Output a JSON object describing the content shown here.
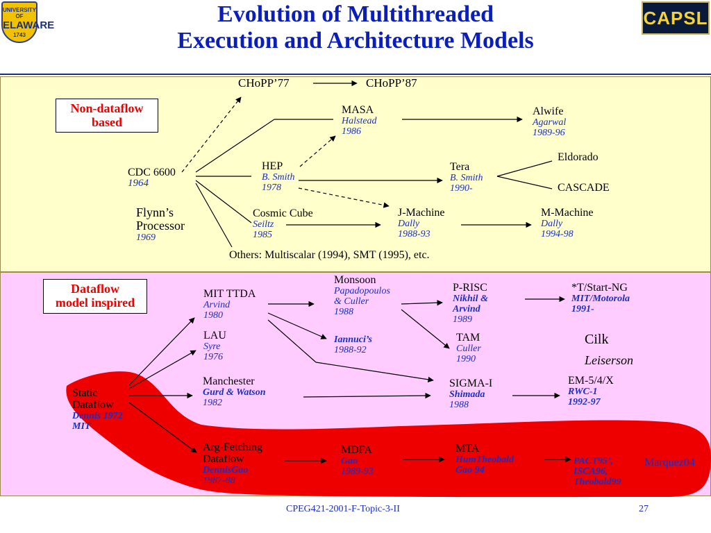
{
  "slide": {
    "title_line1": "Evolution of Multithreaded",
    "title_line2": "Execution and Architecture Models",
    "logo_left_text": [
      "UNIVERSITY OF",
      "ELAWARE",
      "1743"
    ],
    "logo_right_text": "CAPSL",
    "footer_course": "CPEG421-2001-F-Topic-3-II",
    "page_number": "27"
  },
  "colors": {
    "title": "#0b1fb8",
    "top_panel": "#ffffcc",
    "bottom_panel": "#ffccff",
    "category_label": "#ee0000",
    "highlight": "#ee0000",
    "author_text": "#1a2fc0"
  },
  "non_dataflow": {
    "category": [
      "Non-dataflow",
      "based"
    ],
    "chopp77": "CHoPP’77",
    "chopp87": "CHoPP’87",
    "cdc": {
      "name": "CDC 6600",
      "year": "1964"
    },
    "flynn": {
      "name_line1": "Flynn’s",
      "name_line2": "Processor",
      "year": "1969"
    },
    "masa": {
      "name": "MASA",
      "author": "Halstead",
      "year": "1986"
    },
    "alwife": {
      "name": "Alwife",
      "author": "Agarwal",
      "year": "1989-96"
    },
    "hep": {
      "name": "HEP",
      "author": "B. Smith",
      "year": "1978"
    },
    "tera": {
      "name": "Tera",
      "author": "B. Smith",
      "year": "1990-"
    },
    "eldorado": "Eldorado",
    "cascade": "CASCADE",
    "cosmic": {
      "name": "Cosmic Cube",
      "author": "Seiltz",
      "year": "1985"
    },
    "jmachine": {
      "name": "J-Machine",
      "author": "Dally",
      "year": "1988-93"
    },
    "mmachine": {
      "name": "M-Machine",
      "author": "Dally",
      "year": "1994-98"
    },
    "others": "Others: Multiscalar (1994), SMT (1995), etc."
  },
  "dataflow": {
    "category": [
      "Dataflow",
      "model inspired"
    ],
    "ttda": {
      "name": "MIT TTDA",
      "author": "Arvind",
      "year": "1980"
    },
    "monsoon": {
      "name": "Monsoon",
      "author1": "Papadopoulos",
      "author2": "& Culler",
      "year": "1988"
    },
    "prisc": {
      "name": "P-RISC",
      "author1": "Nikhil &",
      "author2": "Arvind",
      "year": "1989"
    },
    "tstart": {
      "name": "*T/Start-NG",
      "author": "MIT/Motorola",
      "year": "1991-"
    },
    "lau": {
      "name": "LAU",
      "author": "Syre",
      "year": "1976"
    },
    "iannuci": {
      "author": "Iannuci’s",
      "year": "1988-92"
    },
    "tam": {
      "name": "TAM",
      "author": "Culler",
      "year": "1990"
    },
    "cilk": {
      "name": "Cilk",
      "author": "Leiserson"
    },
    "static": {
      "name_line1": "Static",
      "name_line2": "Dataflow",
      "author": "Dennis 1972",
      "org": "MIT"
    },
    "manchester": {
      "name": "Manchester",
      "author": "Gurd & Watson",
      "year": "1982"
    },
    "sigma": {
      "name": "SIGMA-I",
      "author": "Shimada",
      "year": "1988"
    },
    "em": {
      "name": "EM-5/4/X",
      "author": "RWC-1",
      "year": "1992-97"
    },
    "argfetch": {
      "name_line1": "Arg-Fetching",
      "name_line2": "Dataflow",
      "author": "DennisGao",
      "year": "1987-88"
    },
    "mdfa": {
      "name": "MDFA",
      "author": "Gao",
      "year": "1989-93"
    },
    "mta": {
      "name": "MTA",
      "author": "HumTheobald",
      "year": "Gao 94"
    },
    "pact": {
      "line1": "PACT95’,",
      "line2": "ISCA96,",
      "line3": "Theobald99"
    },
    "marquez": "Marquez04"
  }
}
